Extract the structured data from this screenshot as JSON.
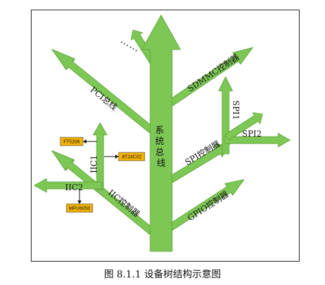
{
  "trunk": {
    "label": "系统总线"
  },
  "branches": {
    "pci": "PCI总线",
    "sdmmc": "SDMMC控制器",
    "spi_ctrl": "SPI控制器",
    "spi1": "SPI1",
    "spi2": "SPI2",
    "gpio": "GPIO控制器",
    "iic_ctrl": "IIC控制器",
    "iic1": "IIC1",
    "iic2": "IIC2",
    "ellipsis": "……"
  },
  "devices": {
    "ft5206": "FT5206",
    "at24c02": "AT24C02",
    "mpu6050": "MPU6050"
  },
  "colors": {
    "arrow_fill": "#7dc855",
    "arrow_stroke": "#62a83d",
    "chip_fill": "#f5b400"
  },
  "caption": "图 8.1.1  设备树结构示意图"
}
